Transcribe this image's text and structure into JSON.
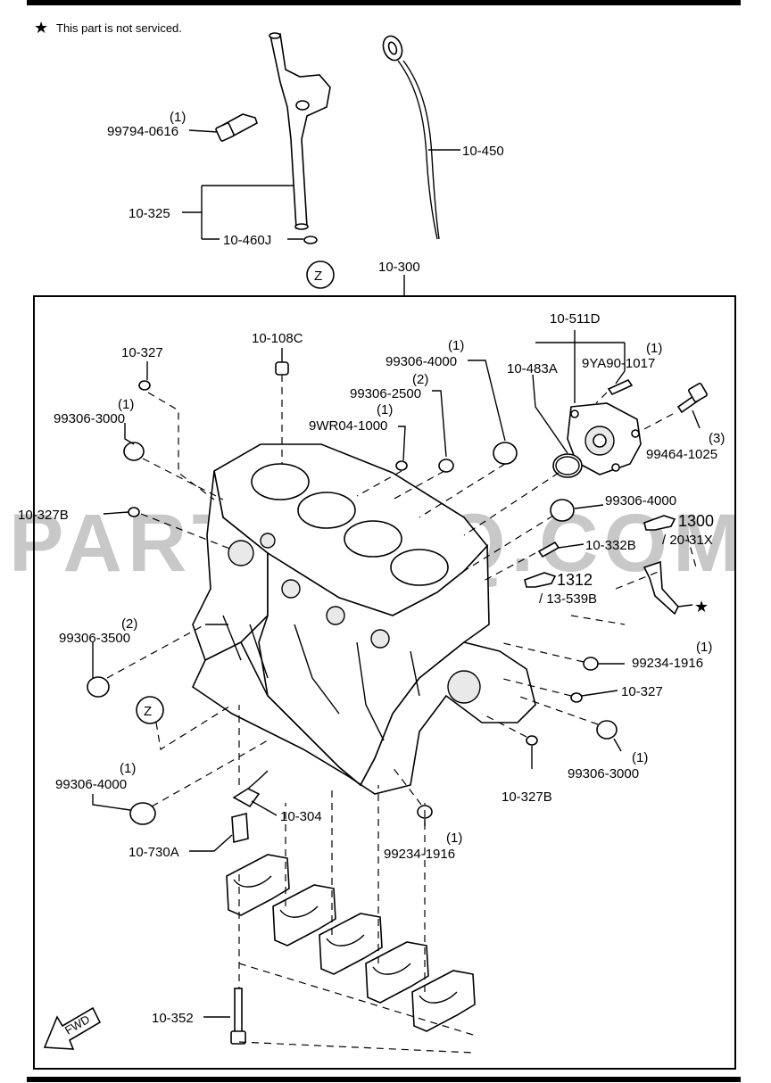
{
  "note": {
    "star": "★",
    "text": "This part is not serviced."
  },
  "watermark": "PARTSOUQ.COM",
  "labels": {
    "p99794_qty": "(1)",
    "p99794": "99794-0616",
    "p10_325": "10-325",
    "p10_460J": "10-460J",
    "p10_450": "10-450",
    "p10_300": "10-300",
    "z_top": "Z",
    "z_mid": "Z",
    "p10_511D": "10-511D",
    "p10_483A": "10-483A",
    "p9YA90_qty": "(1)",
    "p9YA90": "9YA90-1017",
    "p99464_qty": "(3)",
    "p99464": "99464-1025",
    "p10_327_a": "10-327",
    "p99306_3000_a_qty": "(1)",
    "p99306_3000_a": "99306-3000",
    "p10_108C": "10-108C",
    "p99306_4000_a_qty": "(1)",
    "p99306_4000_a": "99306-4000",
    "p99306_2500_qty": "(2)",
    "p99306_2500": "99306-2500",
    "p9WR04_qty": "(1)",
    "p9WR04": "9WR04-1000",
    "p10_327B_a": "10-327B",
    "p99306_4000_b": "99306-4000",
    "p10_332B": "10-332B",
    "ref1300": "1300",
    "ref20_31X": "/ 20-31X",
    "ref1312": "1312",
    "ref13_539B": "/ 13-539B",
    "star_right": "★",
    "p99306_3500_qty": "(2)",
    "p99306_3500": "99306-3500",
    "p99234_a_qty": "(1)",
    "p99234_a": "99234-1916",
    "p10_327_b": "10-327",
    "p99306_3000_b_qty": "(1)",
    "p99306_3000_b": "99306-3000",
    "p10_327B_b": "10-327B",
    "p99306_4000_c_qty": "(1)",
    "p99306_4000_c": "99306-4000",
    "p10_304": "10-304",
    "p99234_b_qty": "(1)",
    "p99234_b": "99234-1916",
    "p10_730A": "10-730A",
    "p10_352": "10-352",
    "fwd": "FWD"
  }
}
